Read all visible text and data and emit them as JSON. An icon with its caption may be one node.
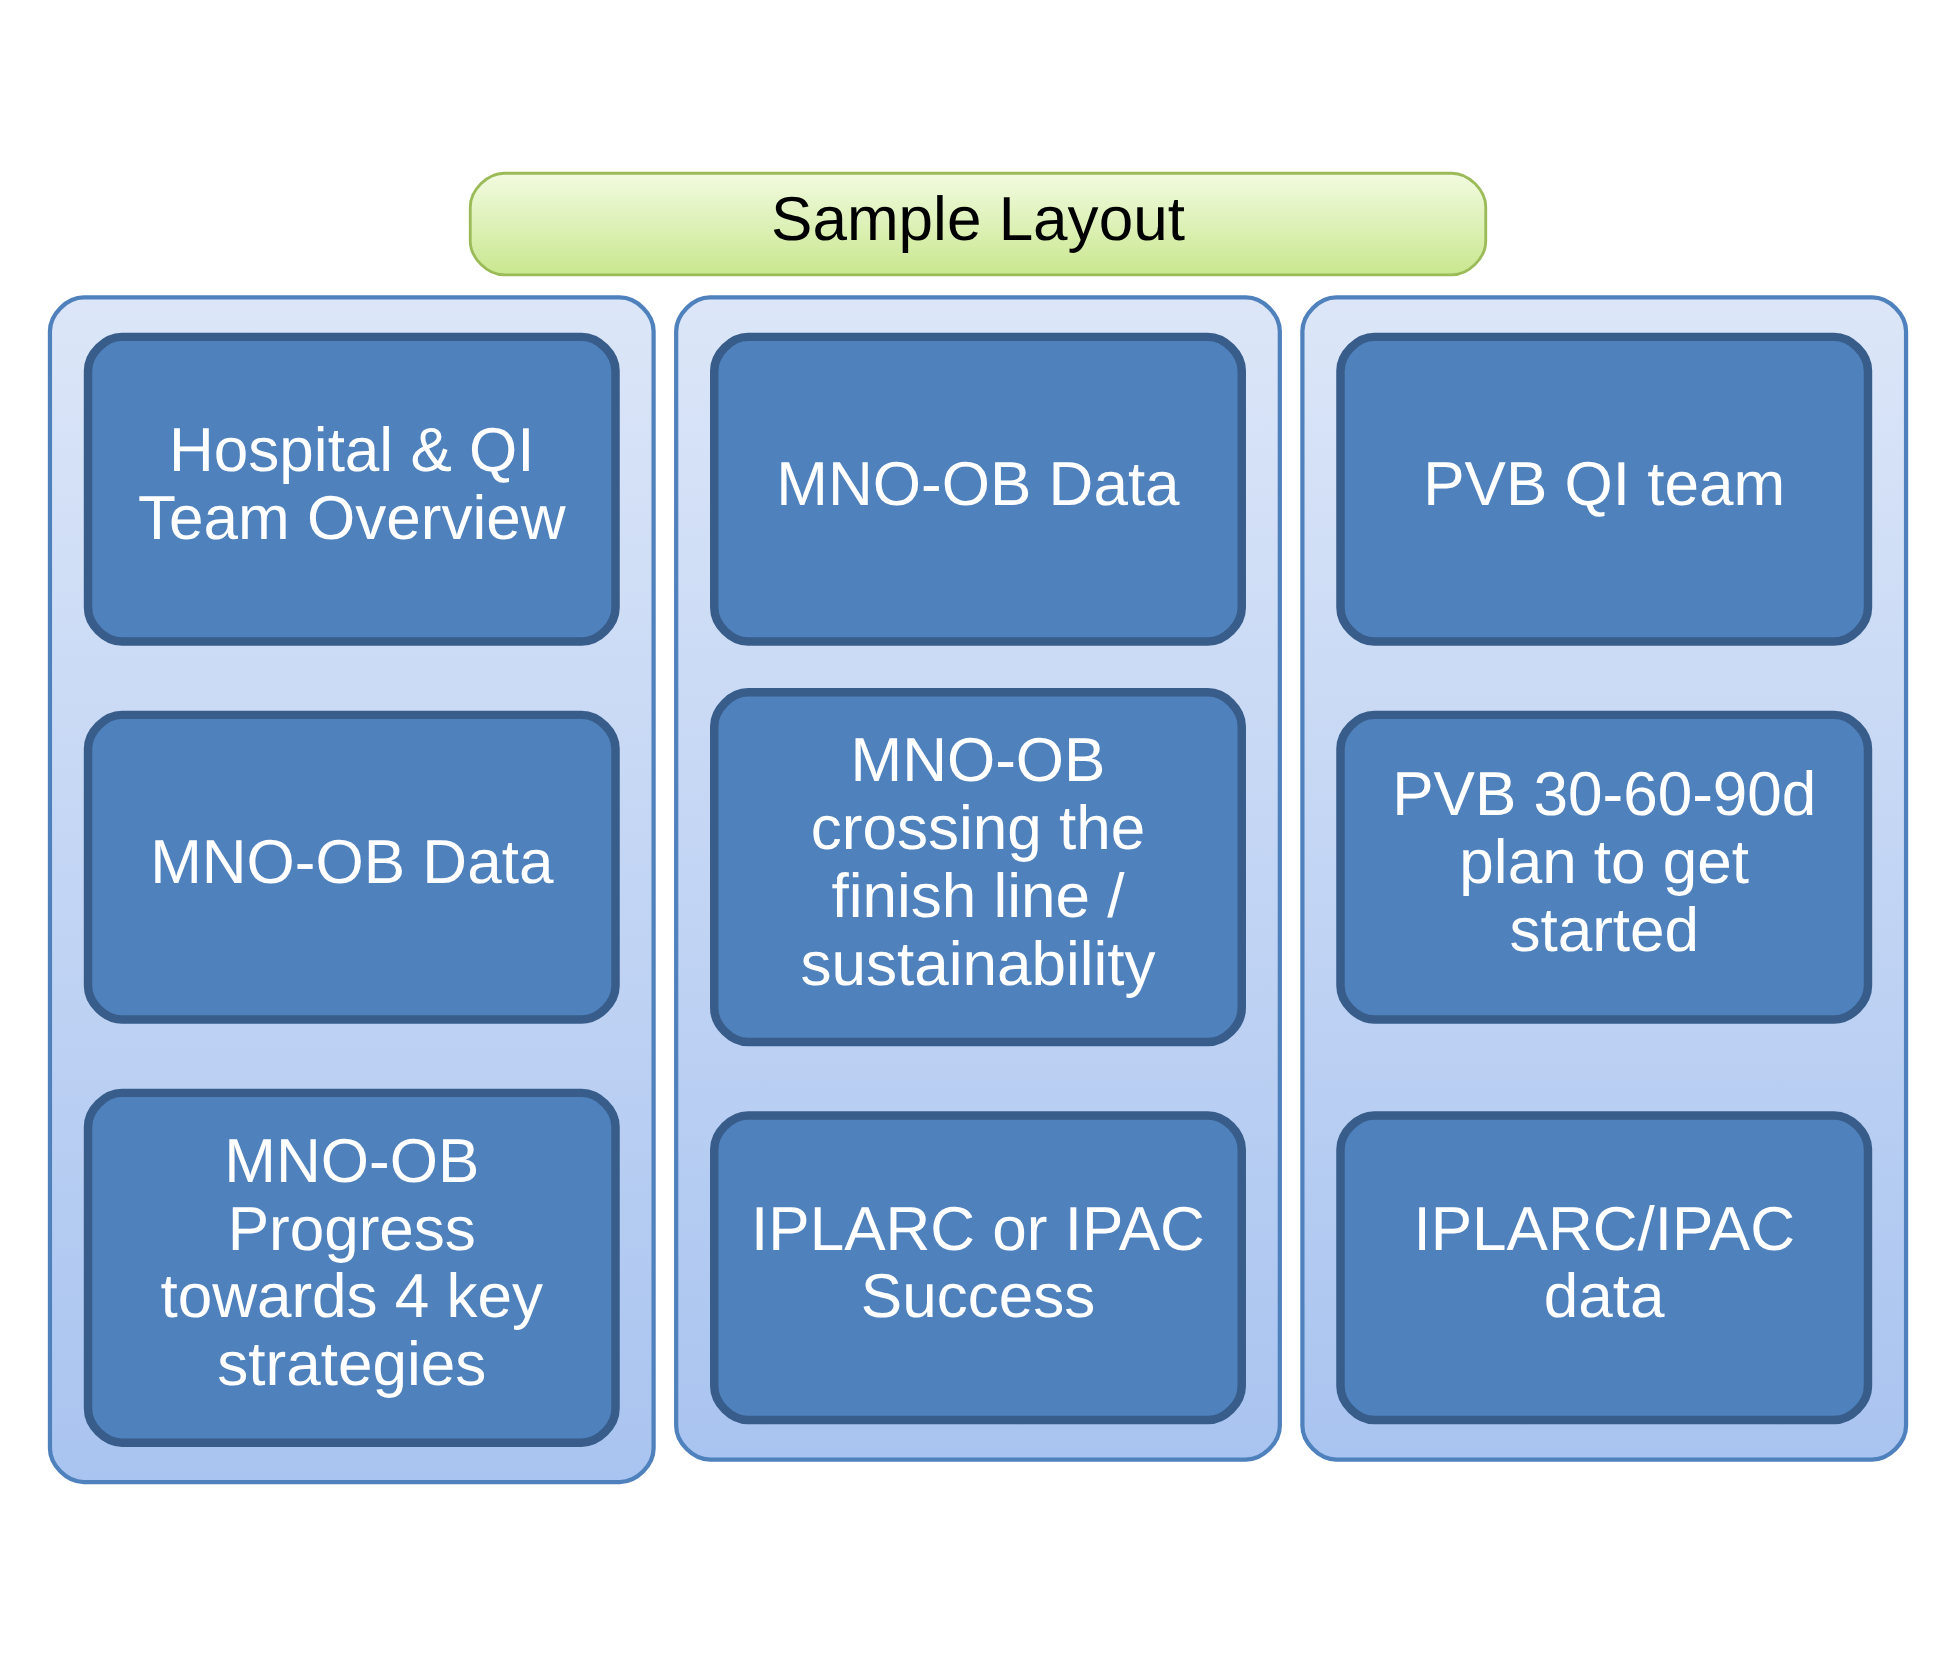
{
  "diagram": {
    "nodes": [
      {
        "text": [
          "Sample Layout"
        ]
      },
      {
        "text": [],
        "shape": "box"
      },
      {
        "text": [],
        "shape": "box"
      },
      {
        "text": [],
        "shape": "box"
      },
      {
        "text": [
          "Hospital & QI Team Overview"
        ],
        "in": 1
      },
      {
        "text": [
          "MNO-OB Data"
        ],
        "in": 2
      },
      {
        "text": [
          "PVB QI team"
        ],
        "in": 3
      },
      {
        "text": [
          "MNO-OB Data"
        ],
        "in": 1
      },
      {
        "text": [
          "MNO-OB crossing the finish line / sustainability"
        ],
        "in": 2
      },
      {
        "text": [
          "PVB 30-60-90d plan to get started"
        ],
        "in": 3
      },
      {
        "text": [
          "MNO-OB Progress towards 4 key strategies"
        ],
        "in": 1
      },
      {
        "text": [
          "IPLARC or IPAC Success"
        ],
        "in": 2
      },
      {
        "text": [
          "IPLARC/IPAC data"
        ],
        "in": 3
      }
    ],
    "edges": []
  }
}
